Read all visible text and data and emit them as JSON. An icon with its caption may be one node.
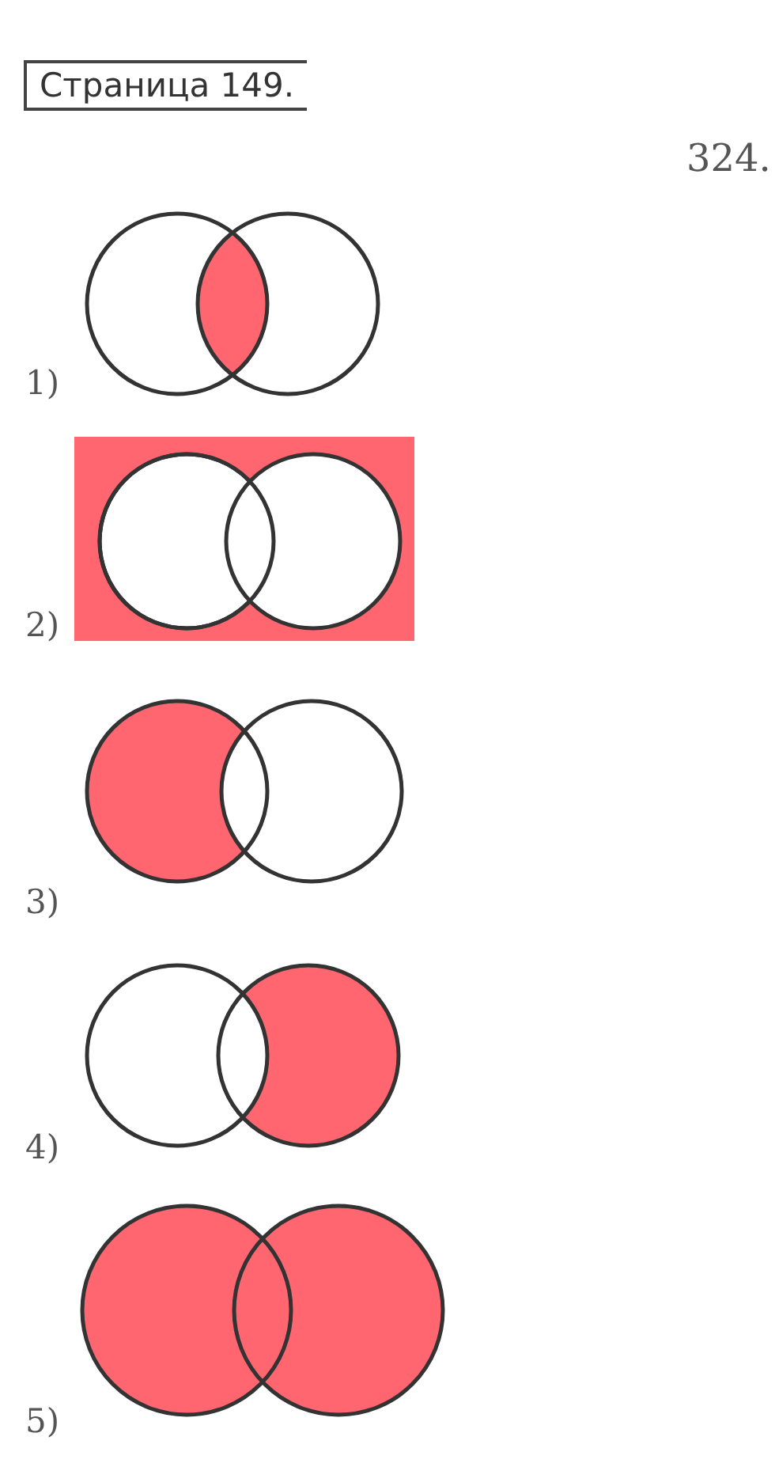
{
  "diagram": {
    "title": "Страница 149.",
    "labels": [
      "324.",
      "1)",
      "2)",
      "3)",
      "4)",
      "5)"
    ]
  }
}
